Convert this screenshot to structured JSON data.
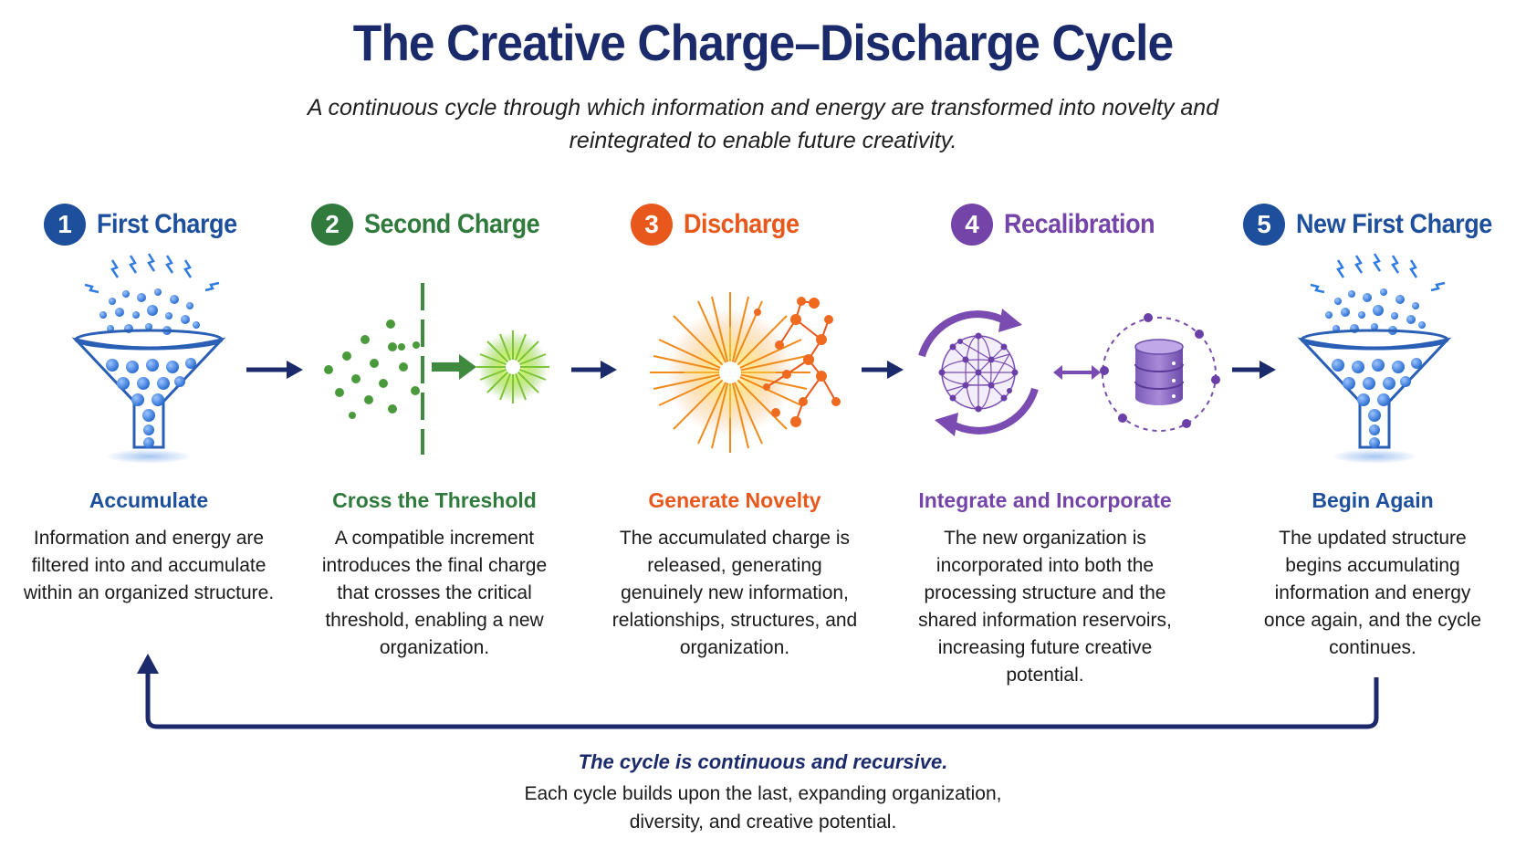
{
  "title": "The Creative Charge–Discharge Cycle",
  "subtitle": "A continuous cycle through which information and energy are transformed into novelty and reintegrated to enable future creativity.",
  "stages": [
    {
      "num": "1",
      "title": "First Charge",
      "color": "#1d4f9c",
      "icon": "funnel-icon",
      "subhead": "Accumulate",
      "desc": "Information and energy are filtered into and accumulate within an organized structure."
    },
    {
      "num": "2",
      "title": "Second Charge",
      "color": "#2f7a3c",
      "icon": "threshold-icon",
      "subhead": "Cross the Threshold",
      "desc": "A compatible increment introduces the final charge that crosses the critical threshold, enabling a new organization."
    },
    {
      "num": "3",
      "title": "Discharge",
      "color": "#e8581c",
      "icon": "burst-network-icon",
      "subhead": "Generate Novelty",
      "desc": "The accumulated charge is released, generating genuinely new information, relationships, structures, and organization."
    },
    {
      "num": "4",
      "title": "Recalibration",
      "color": "#7444a8",
      "icon": "sphere-database-icon",
      "subhead": "Integrate and Incorporate",
      "desc": "The new organization is incorporated into both the processing structure and the shared information reservoirs, increasing future creative potential."
    },
    {
      "num": "5",
      "title": "New First Charge",
      "color": "#1d4f9c",
      "icon": "funnel-icon",
      "subhead": "Begin Again",
      "desc": "The updated structure begins accumulating information and energy once again, and the cycle continues."
    }
  ],
  "footer": {
    "emphasis": "The cycle is continuous and recursive.",
    "text": "Each cycle builds upon the last, expanding organization, diversity, and creative potential."
  },
  "colors": {
    "navy": "#1b2a6b",
    "blue": "#3a7bd5",
    "green": "#3f8a3f",
    "orange": "#f07a1a",
    "purple": "#7444a8"
  }
}
